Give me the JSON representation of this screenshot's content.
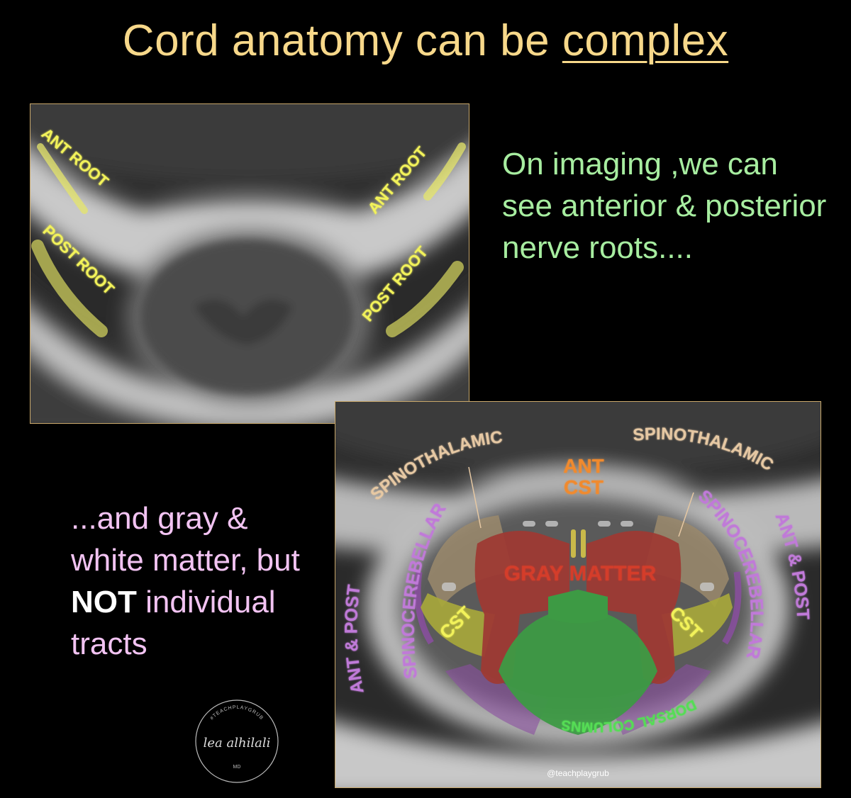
{
  "title": {
    "prefix": "Cord anatomy can be ",
    "emphasis": "complex"
  },
  "panel_top": {
    "labels": {
      "ant_root_left": "ANT ROOT",
      "ant_root_right": "ANT ROOT",
      "post_root_left": "POST ROOT",
      "post_root_right": "POST ROOT"
    }
  },
  "note_right": "On imaging ,we can see anterior & posterior nerve roots....",
  "note_left": {
    "before": "...and gray & white matter, but ",
    "bold": "NOT",
    "after": " individual tracts"
  },
  "panel_bottom": {
    "labels": {
      "spinothalamic_left": "SPINOTHALAMIC",
      "spinothalamic_right": "SPINOTHALAMIC",
      "ant_cst_line1": "ANT",
      "ant_cst_line2": "CST",
      "spinocerebellar_left": "SPINOCEREBELLAR",
      "spinocerebellar_right": "SPINOCEREBELLAR",
      "ant_post_left": "ANT & POST",
      "ant_post_right": "ANT & POST",
      "gray_matter": "GRAY MATTER",
      "cst_left": "CST",
      "cst_right": "CST",
      "dorsal_columns": "DORSAL COLUMNS",
      "handle": "@teachplaygrub"
    }
  },
  "signature": {
    "name": "lea alhilali",
    "ring_text": "#TEACHPLAYGRUB",
    "suffix": "MD"
  },
  "colors": {
    "title": "#f7d88a",
    "note_right": "#a7eda0",
    "note_left": "#f2c3f2",
    "root_label": "#f2f25a",
    "spinothalamic": "#e6c8a3",
    "ant_cst": "#f08a2e",
    "spinocerebellar": "#c07ad8",
    "gray_matter": "#d43c2c",
    "cst": "#f2f25a",
    "dorsal_columns": "#55dd55"
  }
}
